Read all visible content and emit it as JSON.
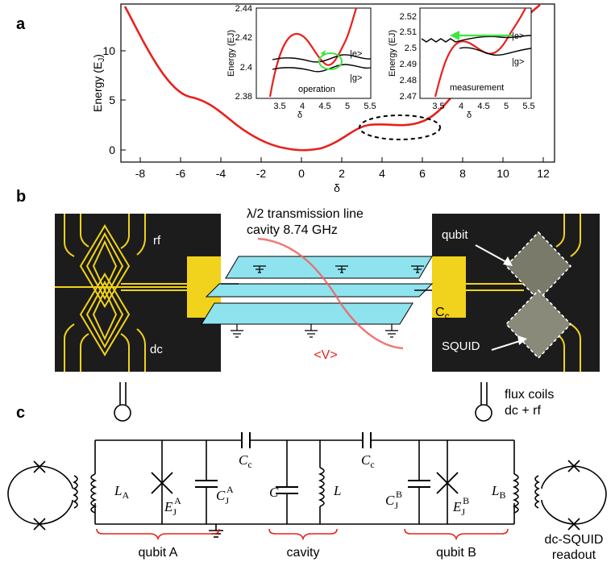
{
  "panel_a": {
    "letter": "a",
    "xlabel": "δ",
    "ylabel": "Energy (E",
    "ylabel_sub": "J",
    "ylabel_close": ")",
    "xticks": [
      "-8",
      "-6",
      "-4",
      "-2",
      "0",
      "2",
      "4",
      "6",
      "8",
      "10",
      "12"
    ],
    "yticks": [
      "0",
      "5",
      "10"
    ],
    "inset_left": {
      "label": "operation",
      "ylabel": "Energy (EJ)",
      "xlabel": "δ",
      "yticks": [
        "2.38",
        "2.4",
        "2.42",
        "2.44"
      ],
      "xticks": [
        "3.5",
        "4",
        "4.5",
        "5",
        "5.5"
      ],
      "state_e": "|e>",
      "state_g": "|g>"
    },
    "inset_right": {
      "label": "measurement",
      "ylabel": "Energy (EJ)",
      "xlabel": "δ",
      "yticks": [
        "2.47",
        "2.48",
        "2.49",
        "2.5",
        "2.51",
        "2.52"
      ],
      "xticks": [
        "3.5",
        "4",
        "4.5",
        "5",
        "5.5"
      ],
      "state_e": "|e>",
      "state_g": "|g>"
    },
    "colors": {
      "curve": "#e8211d",
      "arrow": "#3ce63c",
      "dashed": "#000000"
    }
  },
  "panel_b": {
    "letter": "b",
    "line_title_1": "λ/2  transmission line",
    "line_title_2": "cavity 8.74 GHz",
    "rf": "rf",
    "dc": "dc",
    "qubit": "qubit",
    "squid": "SQUID",
    "cc": "C",
    "cc_sub": "c",
    "voltage": "<V>",
    "flux_1": "flux coils",
    "flux_2": "dc + rf",
    "colors": {
      "chip": "#1c1c1c",
      "gold": "#f1d21c",
      "cyan": "#8fe3ee",
      "voltage": "#f06060",
      "vtext": "#e8211d"
    }
  },
  "panel_c": {
    "letter": "c",
    "LA": "L",
    "LA_sub": "A",
    "EJA": "E",
    "EJA_sub": "J",
    "EJA_sup": "A",
    "CJA": "C",
    "CJA_sub": "J",
    "CJA_sup": "A",
    "Cc1": "C",
    "Cc1_sub": "c",
    "C": "C",
    "L": "L",
    "Cc2": "C",
    "Cc2_sub": "c",
    "CJB": "C",
    "CJB_sub": "J",
    "CJB_sup": "B",
    "EJB": "E",
    "EJB_sub": "J",
    "EJB_sup": "B",
    "LB": "L",
    "LB_sub": "B",
    "qubit_a": "qubit A",
    "cavity": "cavity",
    "qubit_b": "qubit B",
    "readout_1": "dc-SQUID",
    "readout_2": "readout",
    "colors": {
      "brace": "#e8211d"
    }
  }
}
